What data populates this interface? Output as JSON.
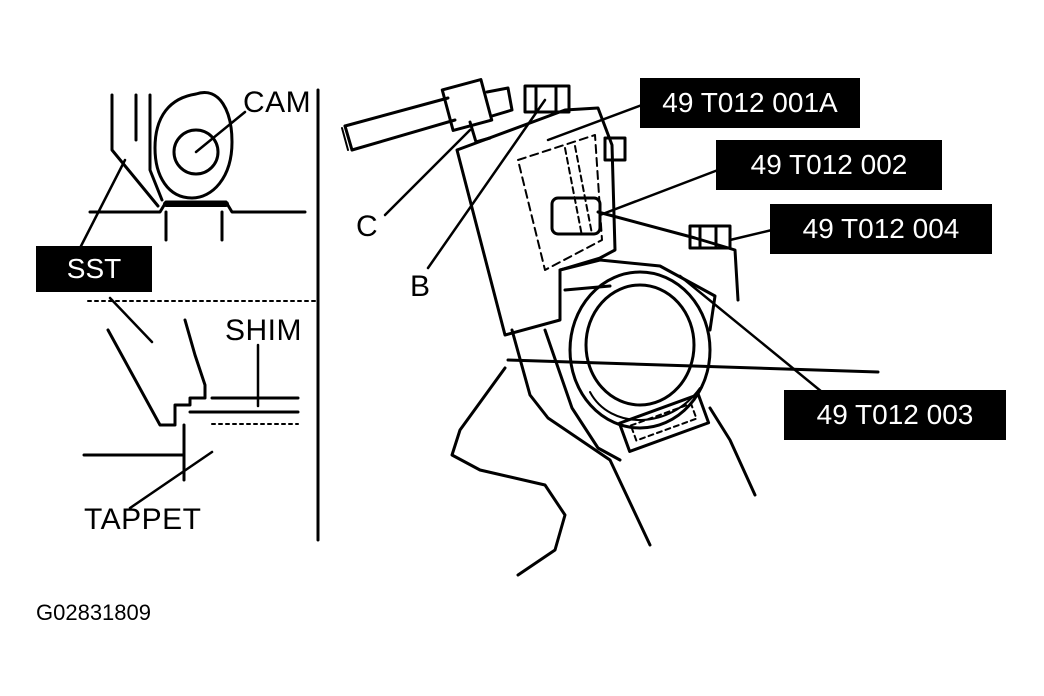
{
  "labels": {
    "cam": "CAM",
    "sst": "SST",
    "shim": "SHIM",
    "tappet": "TAPPET",
    "c": "C",
    "b": "B"
  },
  "part_numbers": {
    "p001a": "49 T012 001A",
    "p002": "49 T012 002",
    "p004": "49 T012 004",
    "p003": "49 T012 003"
  },
  "figure_id": "G02831809"
}
